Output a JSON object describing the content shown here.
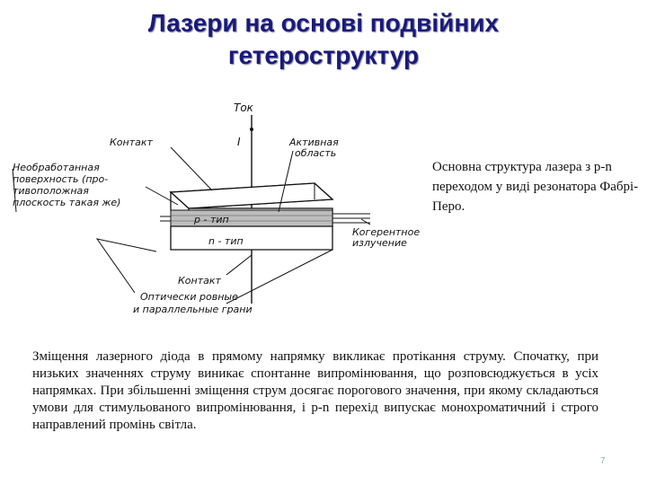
{
  "slide": {
    "title_line1": "Лазери на основі подвійних",
    "title_line2": "гетероструктур",
    "caption": "Основна структура лазера з p-n переходом у виді резонатора Фабрі-Перо.",
    "body": "Зміщення лазерного діода в прямому напрямку викликає протікання струму. Спочатку, при низьких значеннях струму виникає спонтанне випромінювання, що розповсюджується в усіх напрямках. При збільшенні зміщення струм досягає порогового значення, при якому складаються умови для стимульованого випромінювання, і p-n перехід випускає монохроматичний і строго направлений промінь світла.",
    "page_number": "7"
  },
  "figure": {
    "label_tok": "Ток",
    "label_current": "I",
    "label_contact_top": "Контакт",
    "label_active_line1": "Активная",
    "label_active_line2": "область",
    "label_rough_line1": "Необработанная",
    "label_rough_line2": "поверхность (про-",
    "label_rough_line3": "тивоположная",
    "label_rough_line4": "плоскость такая же)",
    "label_p": "p - тип",
    "label_n": "n - тип",
    "label_coherent_line1": "Когерентное",
    "label_coherent_line2": "излучение",
    "label_contact_bottom": "Контакт",
    "label_mirrors_line1": "Оптически ровные",
    "label_mirrors_line2": "и параллельные грани"
  }
}
